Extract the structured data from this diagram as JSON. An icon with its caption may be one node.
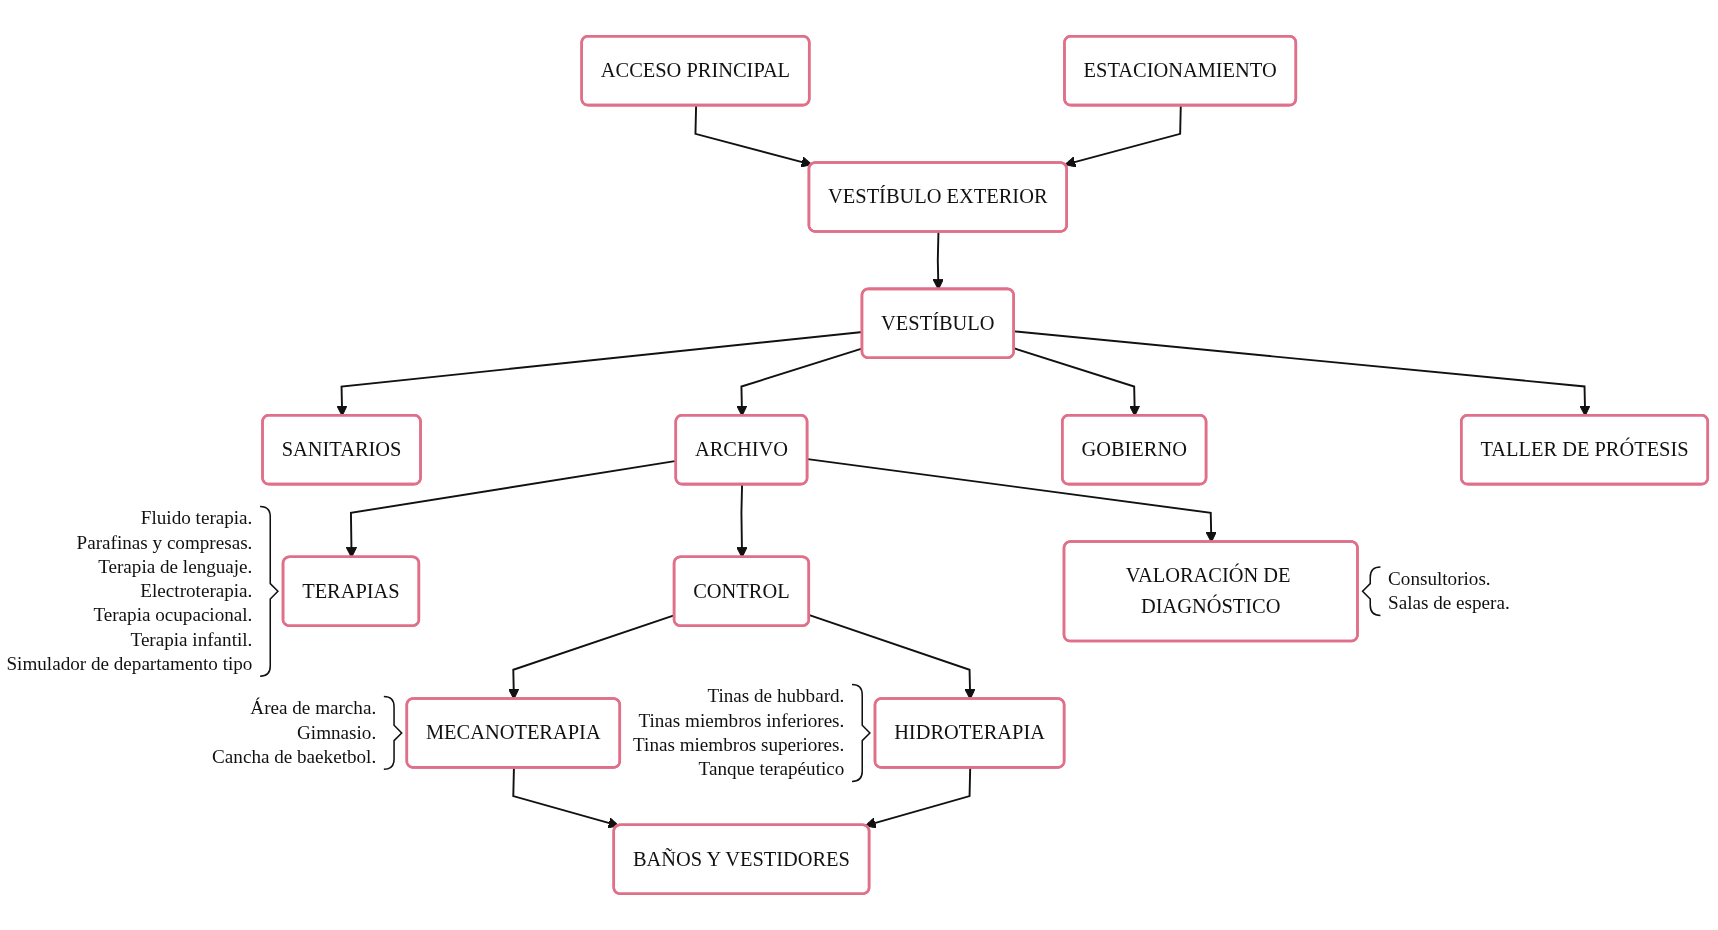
{
  "diagram": {
    "nodes": [
      {
        "text": [
          "ACCESO PRINCIPAL"
        ]
      },
      {
        "text": [
          "GOBIERNO"
        ]
      },
      {
        "text": [
          "ESTACIONAMIENTO"
        ]
      },
      {
        "text": [
          "VESTÍBULO EXTERIOR"
        ]
      },
      {
        "text": [
          "SANITARIOS"
        ]
      },
      {
        "text": [
          "VESTÍBULO"
        ]
      },
      {
        "text": [
          "TALLER DE PRÓTESIS"
        ]
      },
      {
        "text": [
          "TERAPIAS"
        ],
        "beside": [
          "Fluido terapia.",
          "Parafinas y compresas.",
          "Terapia de lenguaje.",
          "Electroterapia.",
          "Terapia ocupacional.",
          "Terapia infantil.",
          "Simulador de departamento tipo"
        ]
      },
      {
        "text": [
          "ARCHIVO"
        ]
      },
      {
        "text": [
          "VALORACIÓN DE DIAGNÓSTICO"
        ],
        "beside": [
          "Consultorios.",
          "Salas de espera."
        ]
      },
      {
        "text": [
          "CONTROL"
        ]
      },
      {
        "text": [
          "MECANOTERAPIA"
        ],
        "beside": [
          "Área de marcha.",
          "Gimnasio.",
          "Cancha de baeketbol."
        ]
      },
      {
        "text": [
          "BAÑOS Y VESTIDORES"
        ]
      },
      {
        "text": [
          "HIDROTERAPIA"
        ],
        "beside": [
          "Tinas de hubbard.",
          "Tinas miembros inferiores.",
          "Tinas miembros superiores.",
          "Tanque terapéutico"
        ]
      }
    ],
    "edges": [
      {
        "from": 0,
        "to": 3,
        "arrow": "to"
      },
      {
        "from": 2,
        "to": 3,
        "arrow": "to"
      },
      {
        "from": 3,
        "to": 5,
        "arrow": "to"
      },
      {
        "from": 5,
        "to": 4,
        "arrow": "to"
      },
      {
        "from": 5,
        "to": 1,
        "arrow": "to"
      },
      {
        "from": 5,
        "to": 6,
        "arrow": "to"
      },
      {
        "from": 5,
        "to": 8,
        "arrow": "to"
      },
      {
        "from": 8,
        "to": 7,
        "arrow": "to"
      },
      {
        "from": 8,
        "to": 9,
        "arrow": "to"
      },
      {
        "from": 8,
        "to": 10,
        "arrow": "to"
      },
      {
        "from": 10,
        "to": 11,
        "arrow": "to"
      },
      {
        "from": 10,
        "to": 13,
        "arrow": "to"
      },
      {
        "from": 11,
        "to": 12,
        "arrow": "to"
      },
      {
        "from": 13,
        "to": 12,
        "arrow": "to"
      }
    ]
  }
}
